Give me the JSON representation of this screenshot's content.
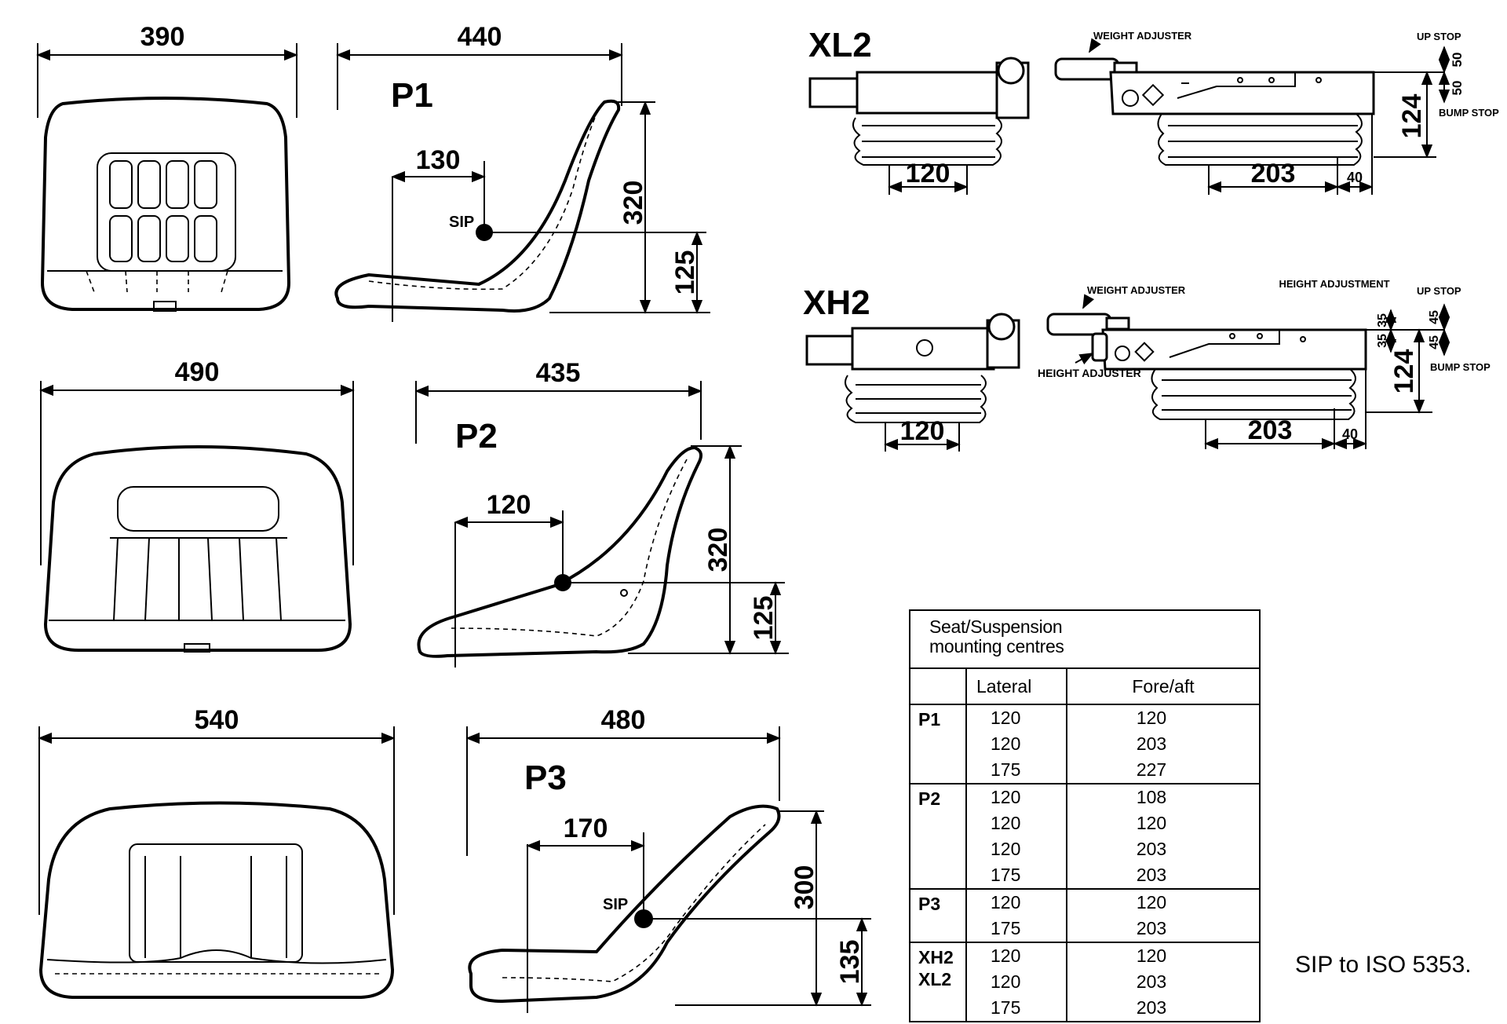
{
  "seats": [
    {
      "model": "P1",
      "front_width": "390",
      "side_depth": "440",
      "sip_offset": "130",
      "height": "320",
      "sip_height": "125",
      "sip_label": "SIP"
    },
    {
      "model": "P2",
      "front_width": "490",
      "side_depth": "435",
      "sip_offset": "120",
      "height": "320",
      "sip_height": "125"
    },
    {
      "model": "P3",
      "front_width": "540",
      "side_depth": "480",
      "sip_offset": "170",
      "height": "300",
      "sip_height": "135",
      "sip_label": "SIP"
    }
  ],
  "suspensions": [
    {
      "model": "XL2",
      "weight_adjuster": "WEIGHT ADJUSTER",
      "lateral": "120",
      "fore_aft": "203",
      "offset": "40",
      "height": "124",
      "up_stop_label": "UP STOP",
      "bump_stop_label": "BUMP STOP",
      "up_stop": "50",
      "bump_stop": "50"
    },
    {
      "model": "XH2",
      "weight_adjuster": "WEIGHT ADJUSTER",
      "height_adjustment_label": "HEIGHT ADJUSTMENT",
      "height_adjuster": "HEIGHT ADJUSTER",
      "lateral": "120",
      "fore_aft": "203",
      "offset": "40",
      "height": "124",
      "up_stop_label": "UP STOP",
      "bump_stop_label": "BUMP STOP",
      "height_adj_up": "35",
      "height_adj_down": "35",
      "up_stop": "45",
      "bump_stop": "45"
    }
  ],
  "mounting_table": {
    "caption_line1": "Seat/Suspension",
    "caption_line2": "mounting centres",
    "col_lateral": "Lateral",
    "col_fore_aft": "Fore/aft",
    "groups": [
      {
        "names": [
          "P1"
        ],
        "rows": [
          [
            "120",
            "120"
          ],
          [
            "120",
            "203"
          ],
          [
            "175",
            "227"
          ]
        ]
      },
      {
        "names": [
          "P2"
        ],
        "rows": [
          [
            "120",
            "108"
          ],
          [
            "120",
            "120"
          ],
          [
            "120",
            "203"
          ],
          [
            "175",
            "203"
          ]
        ]
      },
      {
        "names": [
          "P3"
        ],
        "rows": [
          [
            "120",
            "120"
          ],
          [
            "175",
            "203"
          ]
        ]
      },
      {
        "names": [
          "XH2",
          "XL2"
        ],
        "rows": [
          [
            "120",
            "120"
          ],
          [
            "120",
            "203"
          ],
          [
            "175",
            "203"
          ]
        ]
      }
    ]
  },
  "note": "SIP to ISO 5353."
}
